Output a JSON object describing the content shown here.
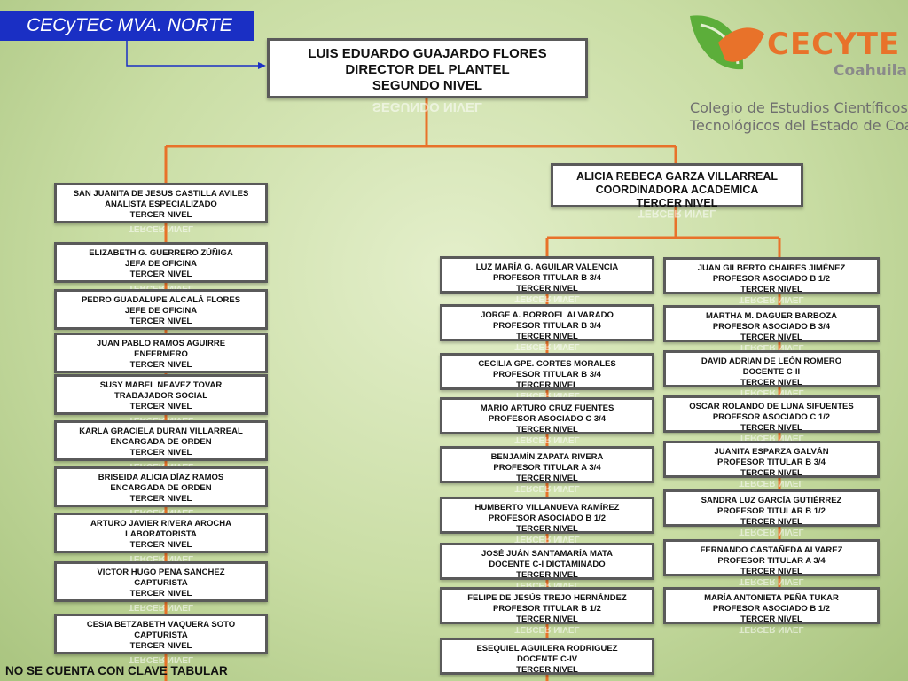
{
  "header": {
    "campus": "CECyTEC MVA. NORTE"
  },
  "logo": {
    "brand": "CECYTE",
    "state": "Coahuila",
    "line1": "Colegio de Estudios Científicos y",
    "line2": "Tecnológicos del Estado de Coahuila",
    "colors": {
      "orange": "#e8722a",
      "green": "#5cae3a",
      "gray": "#777777"
    }
  },
  "director": {
    "name": "LUIS EDUARDO GUAJARDO FLORES",
    "title": "DIRECTOR DEL PLANTEL",
    "level": "SEGUNDO NIVEL"
  },
  "coordinator": {
    "name": "ALICIA REBECA GARZA VILLARREAL",
    "title": "COORDINADORA ACADÉMICA",
    "level": "TERCER NIVEL"
  },
  "left_staff": [
    {
      "name": "SAN JUANITA DE JESUS CASTILLA AVILES",
      "title": "ANALISTA ESPECIALIZADO",
      "level": "TERCER NIVEL"
    },
    {
      "name": "ELIZABETH G. GUERRERO ZÚÑIGA",
      "title": "JEFA DE OFICINA",
      "level": "TERCER NIVEL"
    },
    {
      "name": "PEDRO GUADALUPE ALCALÁ FLORES",
      "title": "JEFE DE OFICINA",
      "level": "TERCER NIVEL"
    },
    {
      "name": "JUAN PABLO RAMOS AGUIRRE",
      "title": "ENFERMERO",
      "level": "TERCER NIVEL"
    },
    {
      "name": "SUSY MABEL NEAVEZ TOVAR",
      "title": "TRABAJADOR SOCIAL",
      "level": "TERCER NIVEL"
    },
    {
      "name": "KARLA GRACIELA DURÁN VILLARREAL",
      "title": "ENCARGADA DE ORDEN",
      "level": "TERCER NIVEL"
    },
    {
      "name": "BRISEIDA ALICIA DÍAZ RAMOS",
      "title": "ENCARGADA DE ORDEN",
      "level": "TERCER NIVEL"
    },
    {
      "name": "ARTURO JAVIER RIVERA AROCHA",
      "title": "LABORATORISTA",
      "level": "TERCER NIVEL"
    },
    {
      "name": "VÍCTOR HUGO PEÑA SÁNCHEZ",
      "title": "CAPTURISTA",
      "level": "TERCER NIVEL"
    },
    {
      "name": "CESIA BETZABETH VAQUERA SOTO",
      "title": "CAPTURISTA",
      "level": "TERCER NIVEL"
    }
  ],
  "mid_staff": [
    {
      "name": "LUZ MARÍA G. AGUILAR VALENCIA",
      "title": "PROFESOR TITULAR B 3/4",
      "level": "TERCER NIVEL"
    },
    {
      "name": "JORGE A. BORROEL ALVARADO",
      "title": "PROFESOR TITULAR B 3/4",
      "level": "TERCER NIVEL"
    },
    {
      "name": "CECILIA GPE. CORTES MORALES",
      "title": "PROFESOR TITULAR B 3/4",
      "level": "TERCER NIVEL"
    },
    {
      "name": "MARIO ARTURO CRUZ FUENTES",
      "title": "PROFESOR ASOCIADO C 3/4",
      "level": "TERCER NIVEL"
    },
    {
      "name": "BENJAMÍN ZAPATA RIVERA",
      "title": "PROFESOR TITULAR A 3/4",
      "level": "TERCER NIVEL"
    },
    {
      "name": "HUMBERTO VILLANUEVA RAMÍREZ",
      "title": "PROFESOR ASOCIADO B 1/2",
      "level": "TERCER NIVEL"
    },
    {
      "name": "JOSÉ JUÁN SANTAMARÍA MATA",
      "title": "DOCENTE C-I DICTAMINADO",
      "level": "TERCER NIVEL"
    },
    {
      "name": "FELIPE DE JESÚS TREJO HERNÁNDEZ",
      "title": "PROFESOR TITULAR B 1/2",
      "level": "TERCER NIVEL"
    },
    {
      "name": "ESEQUIEL AGUILERA RODRIGUEZ",
      "title": "DOCENTE C-IV",
      "level": "TERCER NIVEL"
    }
  ],
  "right_staff": [
    {
      "name": "JUAN GILBERTO CHAIRES JIMÉNEZ",
      "title": "PROFESOR ASOCIADO B 1/2",
      "level": "TERCER NIVEL"
    },
    {
      "name": "MARTHA M. DAGUER BARBOZA",
      "title": "PROFESOR ASOCIADO B 3/4",
      "level": "TERCER NIVEL"
    },
    {
      "name": "DAVID ADRIAN DE LEÓN ROMERO",
      "title": "DOCENTE C-II",
      "level": "TERCER NIVEL"
    },
    {
      "name": "OSCAR ROLANDO DE LUNA SIFUENTES",
      "title": "PROFESOR ASOCIADO C 1/2",
      "level": "TERCER NIVEL"
    },
    {
      "name": "JUANITA ESPARZA GALVÁN",
      "title": "PROFESOR TITULAR B 3/4",
      "level": "TERCER NIVEL"
    },
    {
      "name": "SANDRA LUZ GARCÍA GUTIÉRREZ",
      "title": "PROFESOR TITULAR B 1/2",
      "level": "TERCER NIVEL"
    },
    {
      "name": "FERNANDO CASTAÑEDA ALVAREZ",
      "title": "PROFESOR TITULAR A 3/4",
      "level": "TERCER NIVEL"
    },
    {
      "name": "MARÍA ANTONIETA PEÑA TUKAR",
      "title": "PROFESOR ASOCIADO B 1/2",
      "level": "TERCER NIVEL"
    }
  ],
  "footer": {
    "note": "NO SE CUENTA CON CLAVE TABULAR"
  }
}
